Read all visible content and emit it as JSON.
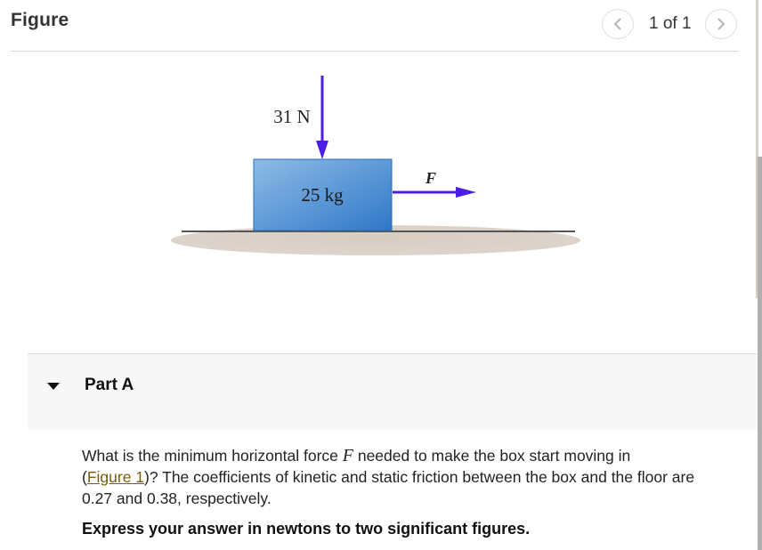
{
  "figure": {
    "title": "Figure",
    "pager": {
      "text": "1 of 1",
      "prev_icon": "chevron-left-icon",
      "next_icon": "chevron-right-icon"
    },
    "diagram": {
      "downward_force_label": "31 N",
      "box_mass_label": "25 kg",
      "applied_force_label": "F",
      "colors": {
        "arrow": "#4a1ee6",
        "box_light": "#8fbce6",
        "box_dark": "#2f77c8",
        "floor": "#d9d0c6",
        "floor_line": "#555555"
      }
    }
  },
  "part": {
    "toggle_icon": "caret-down-icon",
    "label": "Part A",
    "question": {
      "line1_before": "What is the minimum horizontal force ",
      "variable": "F",
      "line1_after": " needed to make the box start moving in",
      "line2_open": "(",
      "figure_link": "Figure 1",
      "line2_after": ")? The coefficients of kinetic and static friction between the box and the floor are",
      "line3": "0.27 and 0.38, respectively."
    },
    "instruction": "Express your answer in newtons to two significant figures."
  }
}
